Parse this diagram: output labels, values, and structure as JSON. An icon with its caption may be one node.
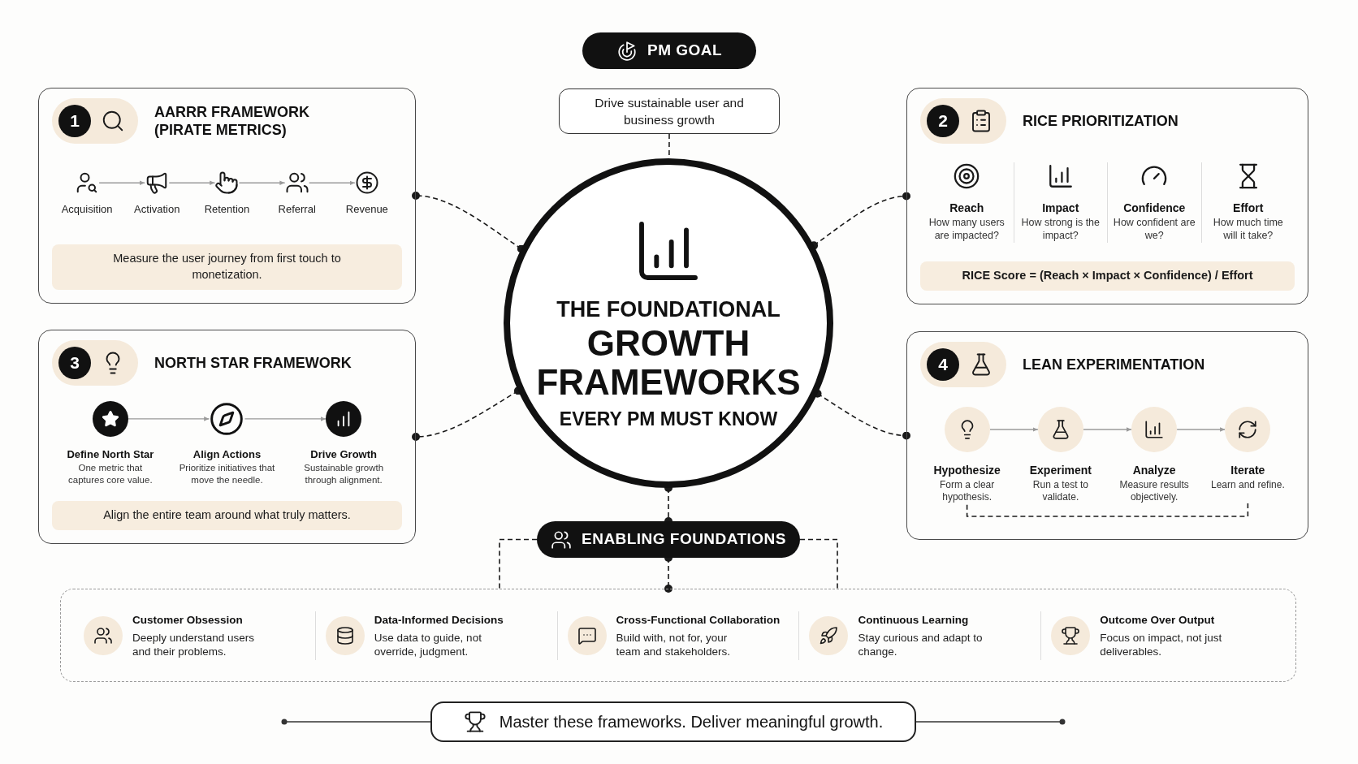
{
  "diagram": {
    "nodes": [
      {
        "text": [
          "PM GOAL"
        ]
      },
      {
        "text": [
          "Drive sustainable user and business growth"
        ]
      },
      {
        "text": [
          "THE FOUNDATIONAL",
          "GROWTH FRAMEWORKS",
          "EVERY PM MUST KNOW"
        ]
      },
      {
        "text": [
          "AARRR FRAMEWORK (PIRATE METRICS)"
        ]
      },
      {
        "text": [
          "1"
        ],
        "in": 3
      },
      {
        "text": [
          "Acquisition"
        ],
        "in": 3
      },
      {
        "text": [
          "Activation"
        ],
        "in": 3
      },
      {
        "text": [
          "Retention"
        ],
        "in": 3
      },
      {
        "text": [
          "Referral"
        ],
        "in": 3
      },
      {
        "text": [
          "Revenue"
        ],
        "in": 3
      },
      {
        "text": [
          "Measure the user journey from first touch to monetization."
        ],
        "in": 3
      },
      {
        "text": [
          "RICE PRIORITIZATION"
        ]
      },
      {
        "text": [
          "2"
        ],
        "in": 11
      },
      {
        "text": [
          "Reach",
          "How many users are impacted?"
        ],
        "in": 11
      },
      {
        "text": [
          "Impact",
          "How strong is the impact?"
        ],
        "in": 11
      },
      {
        "text": [
          "Confidence",
          "How confident are we?"
        ],
        "in": 11
      },
      {
        "text": [
          "Effort",
          "How much time will it take?"
        ],
        "in": 11
      },
      {
        "text": [
          "RICE Score = (Reach × Impact × Confidence) / Effort"
        ],
        "in": 11
      },
      {
        "text": [
          "NORTH STAR FRAMEWORK"
        ]
      },
      {
        "text": [
          "3"
        ],
        "in": 18
      },
      {
        "text": [
          "Define North Star",
          "One metric that captures core value."
        ],
        "in": 18
      },
      {
        "text": [
          "Align Actions",
          "Prioritize initiatives that move the needle."
        ],
        "in": 18
      },
      {
        "text": [
          "Drive Growth",
          "Sustainable growth through alignment."
        ],
        "in": 18
      },
      {
        "text": [
          "Align the entire team around what truly matters."
        ],
        "in": 18
      },
      {
        "text": [
          "LEAN EXPERIMENTATION"
        ]
      },
      {
        "text": [
          "4"
        ],
        "in": 24
      },
      {
        "text": [
          "Hypothesize",
          "Form a clear hypothesis."
        ],
        "in": 24
      },
      {
        "text": [
          "Experiment",
          "Run a test to validate."
        ],
        "in": 24
      },
      {
        "text": [
          "Analyze",
          "Measure results objectively."
        ],
        "in": 24
      },
      {
        "text": [
          "Iterate",
          "Learn and refine."
        ],
        "in": 24
      },
      {
        "text": [
          "ENABLING FOUNDATIONS"
        ]
      },
      {
        "text": [],
        "shape": "box"
      },
      {
        "text": [
          "Customer Obsession",
          "Deeply understand users and their problems."
        ],
        "in": 31
      },
      {
        "text": [
          "Data-Informed Decisions",
          "Use data to guide, not override, judgment."
        ],
        "in": 31
      },
      {
        "text": [
          "Cross-Functional Collaboration",
          "Build with, not for, your team and stakeholders."
        ],
        "in": 31
      },
      {
        "text": [
          "Continuous Learning",
          "Stay curious and adapt to change."
        ],
        "in": 31
      },
      {
        "text": [
          "Outcome Over Output",
          "Focus on impact, not just deliverables."
        ],
        "in": 31
      },
      {
        "text": [
          "Master these frameworks. Deliver meaningful growth."
        ]
      }
    ],
    "edges": [
      {
        "from": 1,
        "to": 2,
        "arrow": "none",
        "style": "dashed"
      },
      {
        "from": 2,
        "to": 3,
        "arrow": "other",
        "style": "dashed"
      },
      {
        "from": 2,
        "to": 11,
        "arrow": "other",
        "style": "dashed"
      },
      {
        "from": 2,
        "to": 18,
        "arrow": "other",
        "style": "dashed"
      },
      {
        "from": 2,
        "to": 24,
        "arrow": "other",
        "style": "dashed"
      },
      {
        "from": 2,
        "to": 30,
        "arrow": "other",
        "style": "dashed"
      },
      {
        "from": 30,
        "to": 31,
        "arrow": "other",
        "style": "dashed"
      },
      {
        "from": 30,
        "to": 31,
        "arrow": "none",
        "style": "dashed"
      },
      {
        "from": 30,
        "to": 31,
        "arrow": "none",
        "style": "dashed"
      },
      {
        "from": 5,
        "to": 6,
        "arrow": "to",
        "color": "#9a9a9a"
      },
      {
        "from": 6,
        "to": 7,
        "arrow": "to",
        "color": "#9a9a9a"
      },
      {
        "from": 7,
        "to": 8,
        "arrow": "to",
        "color": "#9a9a9a"
      },
      {
        "from": 8,
        "to": 9,
        "arrow": "to",
        "color": "#9a9a9a"
      },
      {
        "from": 20,
        "to": 21,
        "arrow": "to",
        "color": "#9a9a9a"
      },
      {
        "from": 21,
        "to": 22,
        "arrow": "to",
        "color": "#9a9a9a"
      },
      {
        "from": 26,
        "to": 27,
        "arrow": "to",
        "color": "#9a9a9a"
      },
      {
        "from": 27,
        "to": 28,
        "arrow": "to",
        "color": "#9a9a9a"
      },
      {
        "from": 28,
        "to": 29,
        "arrow": "to",
        "color": "#9a9a9a"
      },
      {
        "from": 29,
        "to": 26,
        "arrow": "none",
        "style": "dashed"
      }
    ]
  }
}
